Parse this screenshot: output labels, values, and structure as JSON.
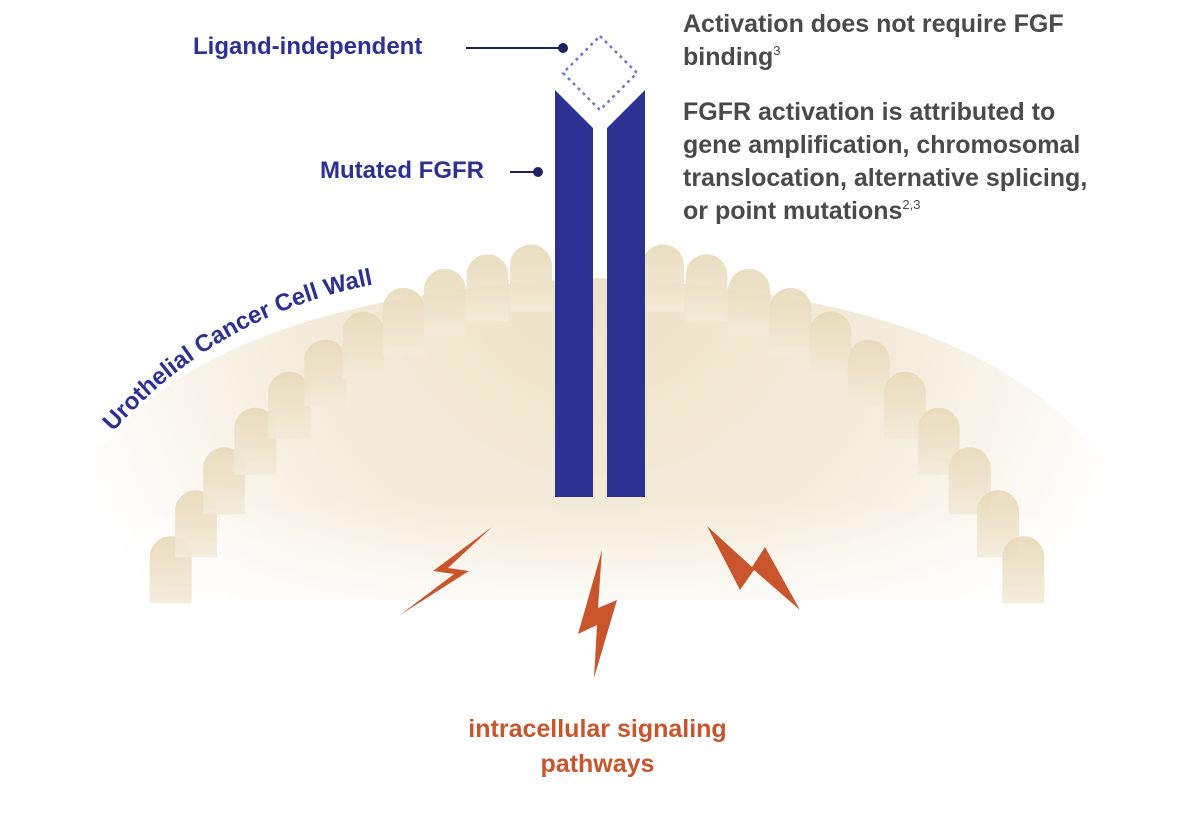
{
  "labels": {
    "ligand_independent": "Ligand-independent",
    "mutated_fgfr": "Mutated FGFR",
    "cell_wall": "Urothelial Cancer Cell Wall",
    "pathway_line1": "intracellular signaling",
    "pathway_line2": "pathways"
  },
  "notes": {
    "activation_text": "Activation does not require FGF binding",
    "activation_ref": "3",
    "mechanism_text": "FGFR activation is attributed to gene amplification, chromosomal translocation, alternative splicing, or point mutations",
    "mechanism_ref": "2,3"
  },
  "colors": {
    "receptor": "#2d3192",
    "label": "#2d3192",
    "signal": "#c8552b",
    "note_text": "#4a4a4a",
    "membrane": "#e9dcc0"
  },
  "icons": [
    "receptor-icon",
    "lightning-bolt-icon",
    "dotted-diamond-icon"
  ]
}
